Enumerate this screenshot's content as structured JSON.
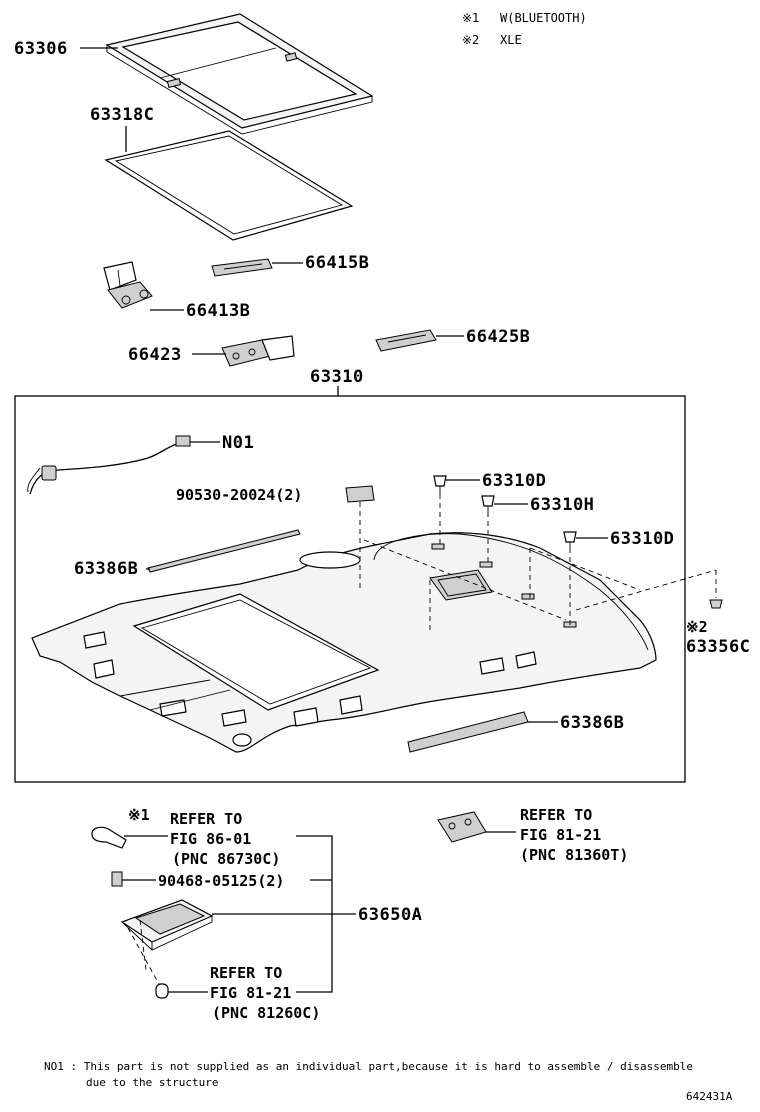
{
  "legend": {
    "mark1": "※1",
    "text1": "W(BLUETOOTH)",
    "mark2": "※2",
    "text2": "XLE"
  },
  "labels": {
    "p63306": "63306",
    "p63318c": "63318C",
    "p66415b": "66415B",
    "p66413b": "66413B",
    "p66423": "66423",
    "p66425b": "66425B",
    "p63310": "63310",
    "n01": "N01",
    "p90530": "90530-20024(2)",
    "p63310d_a": "63310D",
    "p63310h": "63310H",
    "p63310d_b": "63310D",
    "p63386b_a": "63386B",
    "p63356c_mark": "※2",
    "p63356c": "63356C",
    "p63386b_b": "63386B",
    "p63650a": "63650A"
  },
  "references": {
    "ref1_mark": "※1",
    "ref1_line1": "REFER TO",
    "ref1_line2": "FIG 86-01",
    "ref1_line3": "(PNC 86730C)",
    "screw": "90468-05125(2)",
    "ref2_line1": "REFER TO",
    "ref2_line2": "FIG 81-21",
    "ref2_line3": "(PNC 81360T)",
    "ref3_line1": "REFER TO",
    "ref3_line2": "FIG 81-21",
    "ref3_line3": "(PNC 81260C)"
  },
  "footnote": {
    "line1": "NO1 : This part is not supplied as an individual part,because it is hard to assemble / disassemble",
    "line2": "due to the structure"
  },
  "figure_id": "642431A"
}
